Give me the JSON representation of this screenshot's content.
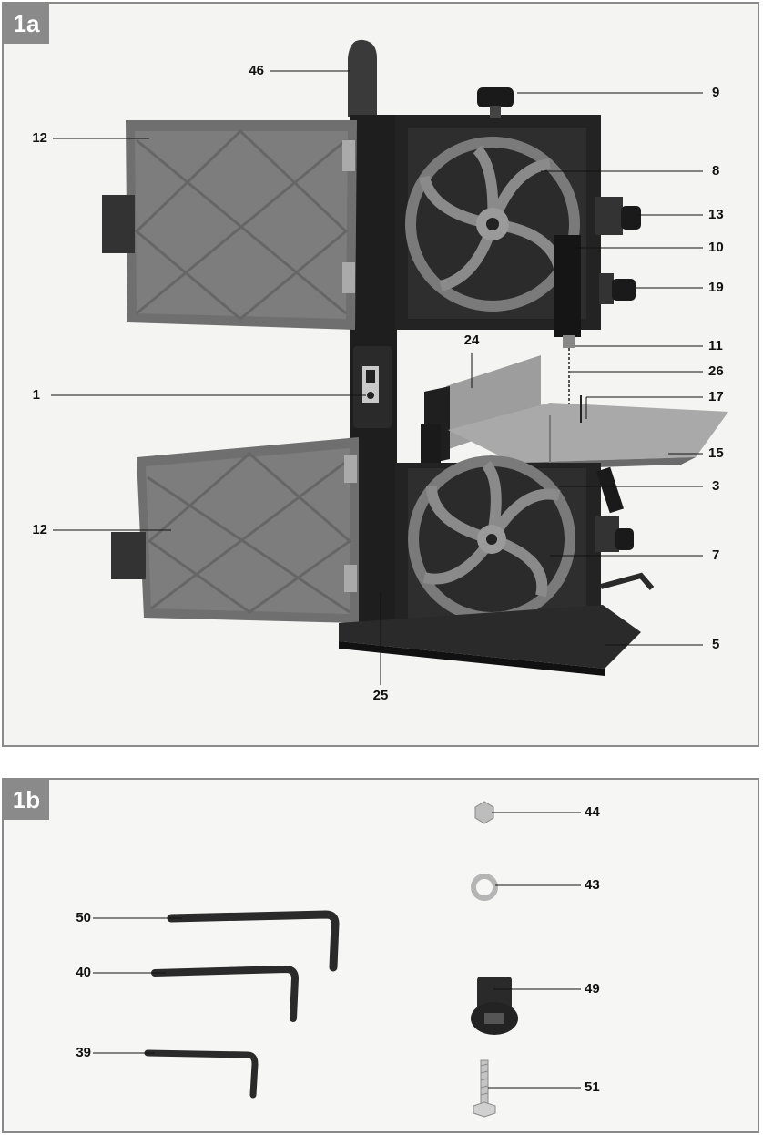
{
  "panels": {
    "a": {
      "tag": "1a"
    },
    "b": {
      "tag": "1b"
    }
  },
  "callouts_a": {
    "p46": "46",
    "p9": "9",
    "p12_top": "12",
    "p8": "8",
    "p13": "13",
    "p10": "10",
    "p19": "19",
    "p11": "11",
    "p24": "24",
    "p26": "26",
    "p1": "1",
    "p17": "17",
    "p15": "15",
    "p3": "3",
    "p12_bottom": "12",
    "p7": "7",
    "p5": "5",
    "p25": "25"
  },
  "callouts_b": {
    "p44": "44",
    "p43": "43",
    "p50": "50",
    "p40": "40",
    "p49": "49",
    "p39": "39",
    "p51": "51"
  },
  "colors": {
    "frame": "#8a8a8a",
    "dark": "#1e1e1e",
    "grey": "#6f6f6f",
    "light": "#a9a9a9"
  }
}
